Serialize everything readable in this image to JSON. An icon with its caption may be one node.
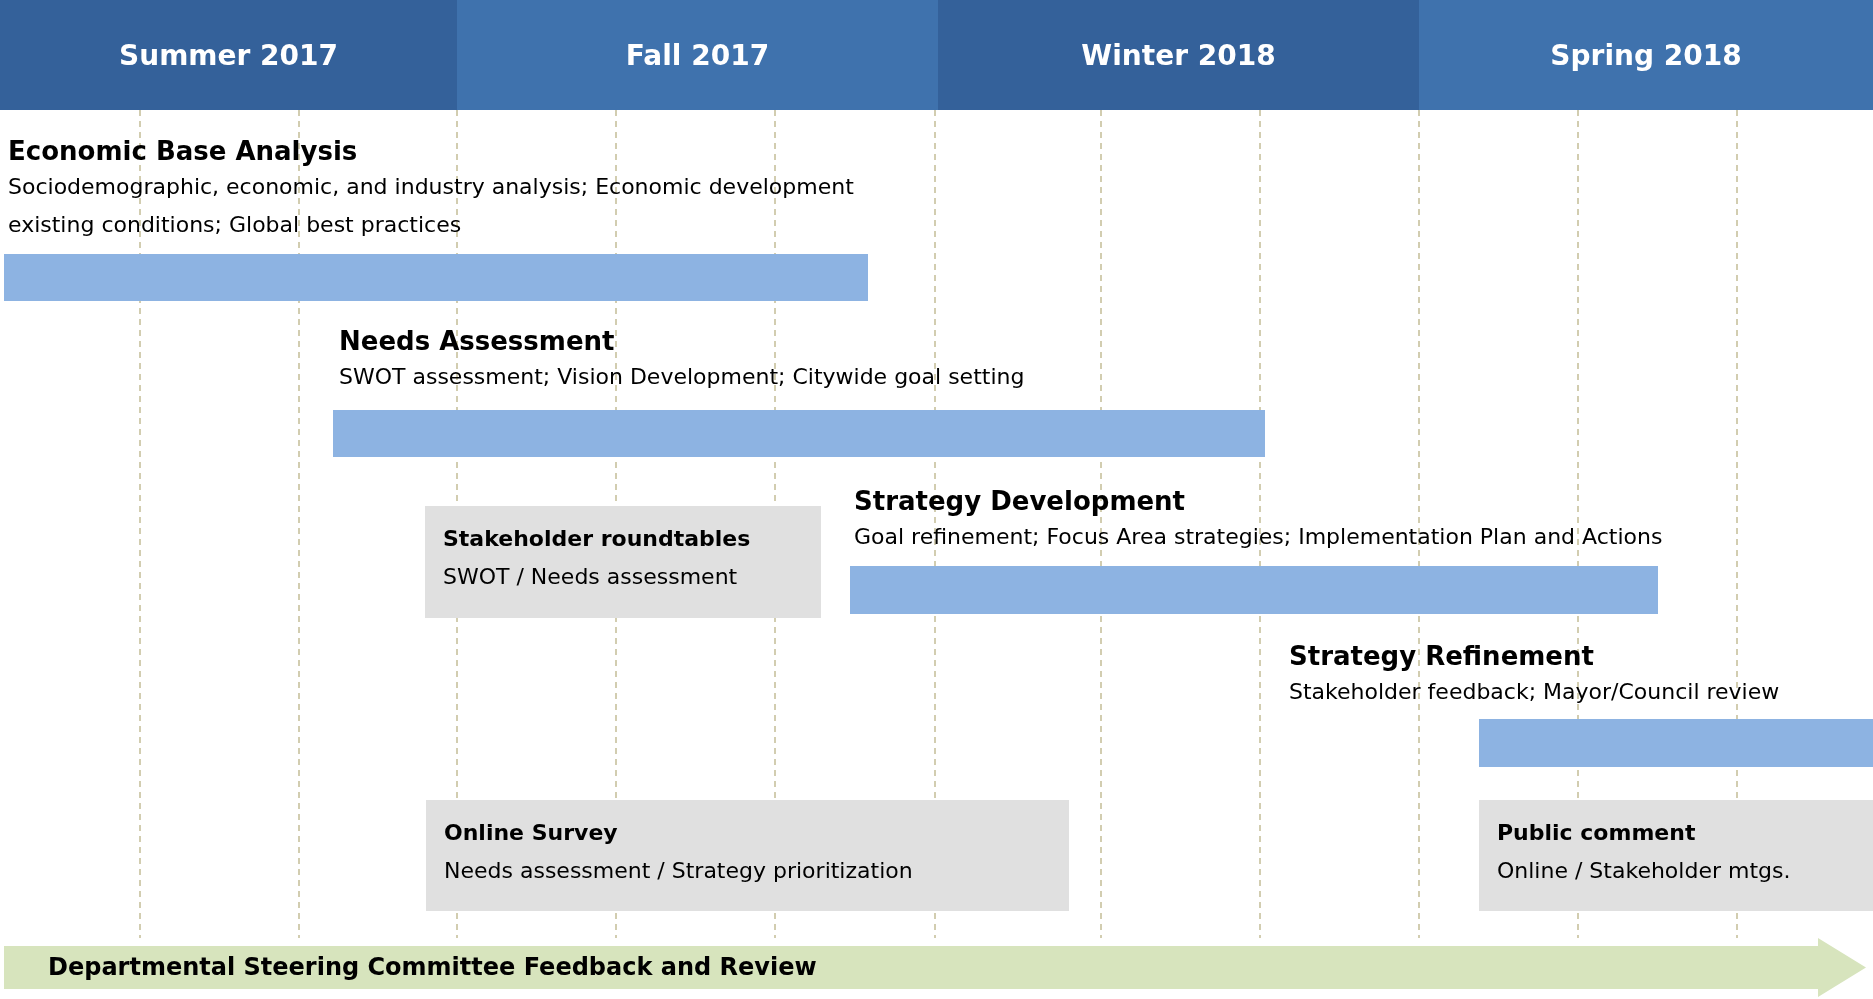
{
  "diagram": {
    "nodes": [
      {
        "text": [
          "Summer 2017"
        ]
      },
      {
        "text": [
          "Fall 2017"
        ]
      },
      {
        "text": [
          "Winter 2018"
        ]
      },
      {
        "text": [
          "Spring 2018"
        ]
      },
      {
        "text": [
          "Economic Base Analysis",
          "Sociodemographic, economic, and industry analysis; Economic development existing conditions; Global best practices"
        ]
      },
      {
        "text": [
          "Needs Assessment",
          "SWOT assessment; Vision Development; Citywide goal setting"
        ]
      },
      {
        "text": [
          "Stakeholder roundtables",
          "SWOT / Needs assessment"
        ]
      },
      {
        "text": [
          "Strategy Development",
          "Goal refinement; Focus Area strategies; Implementation Plan and Actions"
        ]
      },
      {
        "text": [
          "Strategy Refinement",
          "Stakeholder feedback; Mayor/Council review"
        ]
      },
      {
        "text": [
          "Online Survey",
          "Needs assessment / Strategy prioritization"
        ]
      },
      {
        "text": [
          "Public comment",
          "Online / Stakeholder mtgs."
        ]
      },
      {
        "text": [
          "Departmental Steering Committee Feedback and Review"
        ]
      }
    ]
  }
}
